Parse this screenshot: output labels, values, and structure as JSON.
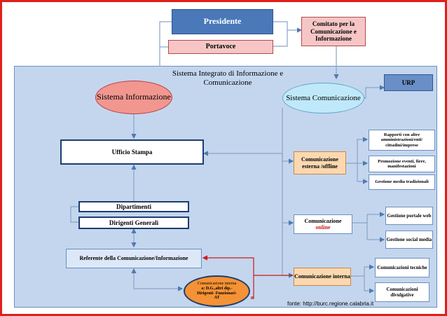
{
  "top": {
    "presidente": "Presidente",
    "portavoce": "Portavoce",
    "comitato": "Comitato per la Comunicazione e Informazione"
  },
  "sistema_integrato": "Sistema Integrato di Informazione e Comunicazione",
  "left": {
    "sistema_informazione": "Sistema Informazione",
    "ufficio_stampa": "Ufficio Stampa",
    "dipartimenti": "Dipartimenti",
    "dirigenti_generali": "Dirigenti Generali",
    "referente": "Referente della Comunicazione/Informazione",
    "comunicazione_interna": "Comunicazione interna",
    "comunicazione_interna_detail": "a: D.G.,altri dip.- Dirigenti- Funzionari- AT"
  },
  "right": {
    "sistema_comunicazione": "Sistema Comunicazione",
    "urp": "URP",
    "esterna": "Comunicazione esterna /offline",
    "esterna_items": [
      "Rapporti con altre amministrazioni/enti/ cittadini/imprese",
      "Promozione eventi, fiere, manifestazioni",
      "Gestione media tradizionali"
    ],
    "online_label": "Comunicazione",
    "online_word": "online",
    "online_items": [
      "Gestione portale web",
      "Gestione social media"
    ],
    "interna": "Comunicazione interna",
    "interna_items": [
      "Comunicazioni tecniche",
      "Comunicazioni divulgative"
    ]
  },
  "source": "fonte: http://burc.regione.calabria.it",
  "colors": {
    "frame": "#e0201c",
    "presidente_fill": "#4a78b8",
    "pink_fill": "#f6c6c6",
    "container_fill": "#c4d6ee",
    "info_ellipse": "#f29690",
    "comm_ellipse": "#bfe9fa",
    "orange_box": "#fbd8b0",
    "orange_ellipse": "#f59235",
    "link_red": "#cc1a1a",
    "link_blue": "#4f7ab0"
  }
}
